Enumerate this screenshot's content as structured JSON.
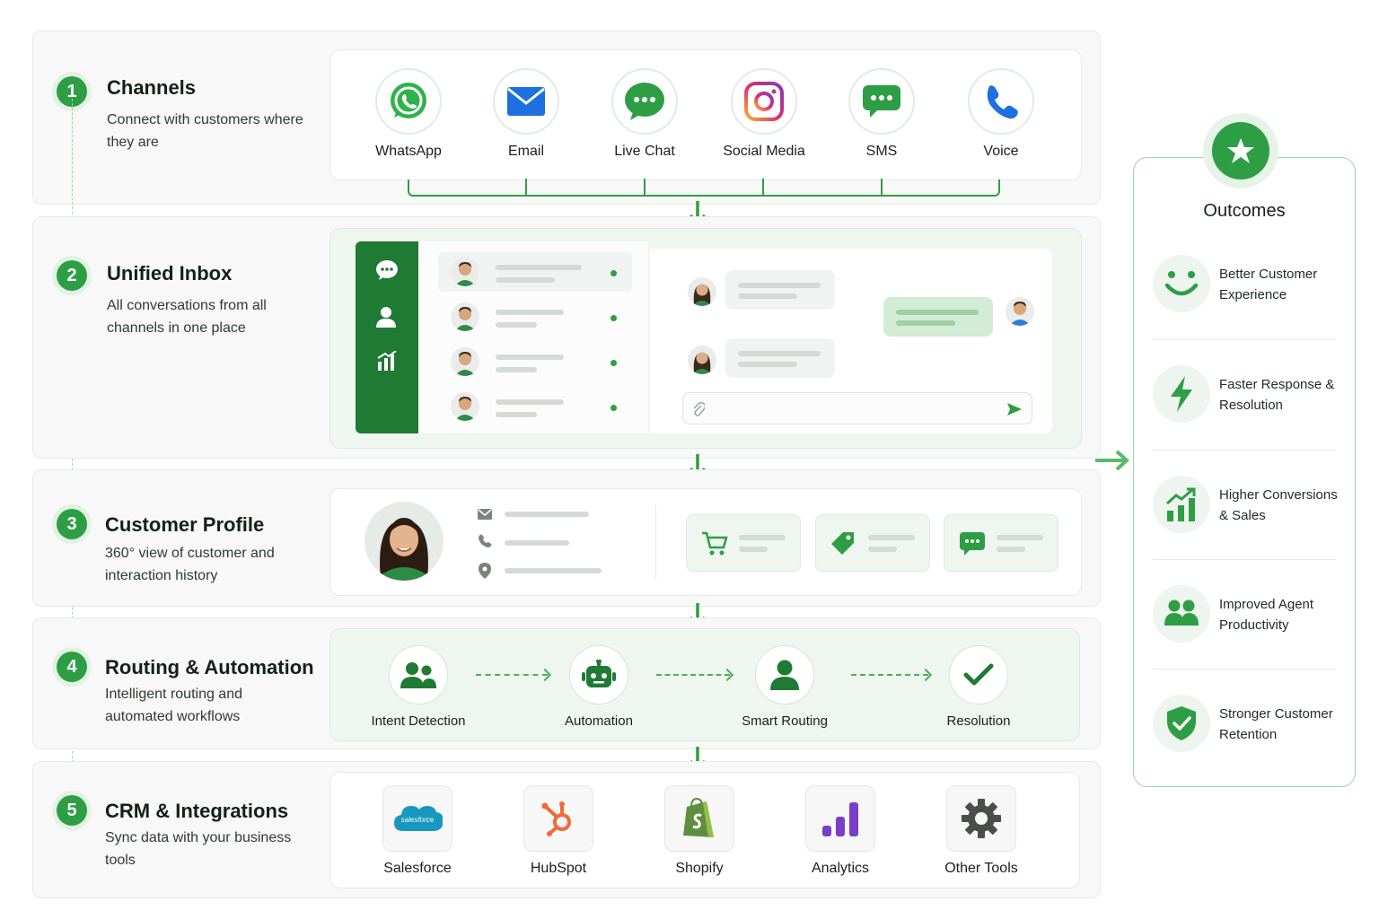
{
  "steps": [
    {
      "num": "1",
      "title": "Channels",
      "desc": "Connect with customers where they are"
    },
    {
      "num": "2",
      "title": "Unified Inbox",
      "desc": "All conversations from all channels in one place"
    },
    {
      "num": "3",
      "title": "Customer Profile",
      "desc": "360° view of customer and interaction history"
    },
    {
      "num": "4",
      "title": "Routing & Automation",
      "desc": "Intelligent routing and automated workflows"
    },
    {
      "num": "5",
      "title": "CRM & Integrations",
      "desc": "Sync data with your business tools"
    }
  ],
  "channels": [
    {
      "label": "WhatsApp",
      "icon": "whatsapp-icon"
    },
    {
      "label": "Email",
      "icon": "envelope-icon"
    },
    {
      "label": "Live Chat",
      "icon": "chat-bubble-icon"
    },
    {
      "label": "Social Media",
      "icon": "instagram-icon"
    },
    {
      "label": "SMS",
      "icon": "sms-icon"
    },
    {
      "label": "Voice",
      "icon": "phone-icon"
    }
  ],
  "routing": [
    {
      "label": "Intent Detection",
      "icon": "people-icon"
    },
    {
      "label": "Automation",
      "icon": "robot-icon"
    },
    {
      "label": "Smart Routing",
      "icon": "person-icon"
    },
    {
      "label": "Resolution",
      "icon": "checkmark-icon"
    }
  ],
  "integrations": [
    {
      "label": "Salesforce",
      "icon": "salesforce-icon",
      "logo_text": "salesforce"
    },
    {
      "label": "HubSpot",
      "icon": "hubspot-icon"
    },
    {
      "label": "Shopify",
      "icon": "shopify-icon"
    },
    {
      "label": "Analytics",
      "icon": "bar-chart-icon"
    },
    {
      "label": "Other Tools",
      "icon": "gear-icon"
    }
  ],
  "outcomes": {
    "title": "Outcomes",
    "items": [
      {
        "label": "Better Customer Experience",
        "icon": "smiley-icon"
      },
      {
        "label": "Faster Response & Resolution",
        "icon": "lightning-icon"
      },
      {
        "label": "Higher Conversions & Sales",
        "icon": "growth-chart-icon"
      },
      {
        "label": "Improved Agent Productivity",
        "icon": "team-icon"
      },
      {
        "label": "Stronger Customer Retention",
        "icon": "shield-check-icon"
      }
    ]
  },
  "colors": {
    "accent": "#2e9e45",
    "accent_light": "#e6f4e8",
    "panel": "#f7f8f7",
    "sidebar": "#1f7a33"
  }
}
